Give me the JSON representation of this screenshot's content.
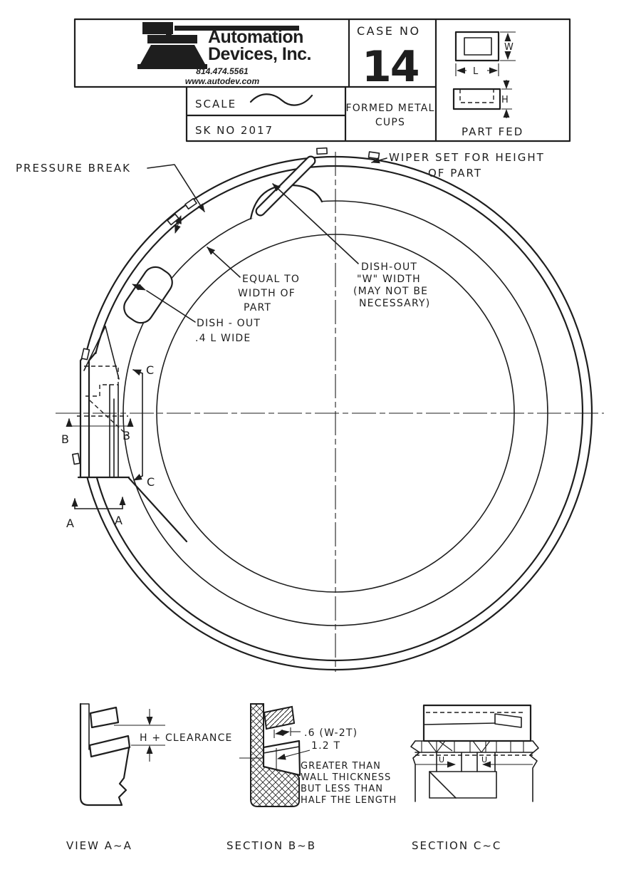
{
  "colors": {
    "ink": "#1e1e1e",
    "paper": "#ffffff"
  },
  "title_block": {
    "company_line1": "Automation",
    "company_line2": "Devices, Inc.",
    "phone": "814.474.5561",
    "website": "www.autodev.com",
    "case_label": "CASE NO",
    "case_number": "14",
    "scale_label": "SCALE",
    "sk_no": "SK NO 2017",
    "drawing_title_line1": "FORMED METAL",
    "drawing_title_line2": "CUPS",
    "part_fed_label": "PART FED",
    "dim_w": "W",
    "dim_l": "L",
    "dim_h": "H"
  },
  "plan_view": {
    "pressure_break": "PRESSURE BREAK",
    "wiper_line1": "WIPER SET FOR HEIGHT",
    "wiper_line2": "OF PART",
    "equal_line1": "EQUAL TO",
    "equal_line2": "WIDTH OF",
    "equal_line3": "PART",
    "dishout_l_line1": "DISH - OUT",
    "dishout_l_line2": ".4 L  WIDE",
    "dishout_w_line1": "DISH-OUT",
    "dishout_w_line2": "\"W\" WIDTH",
    "dishout_w_line3": "(MAY NOT BE",
    "dishout_w_line4": "NECESSARY)",
    "mark_a": "A",
    "mark_b": "B",
    "mark_c": "C"
  },
  "details": {
    "view_aa_label": "VIEW A~A",
    "h_clearance": "H + CLEARANCE",
    "section_bb_label": "SECTION B~B",
    "dim_w2t": ".6 (W-2T)",
    "dim_12t": "1.2 T",
    "note_line1": "GREATER THAN",
    "note_line2": "WALL THICKNESS",
    "note_line3": "BUT LESS THAN",
    "note_line4": "HALF THE LENGTH",
    "section_cc_label": "SECTION C~C",
    "u_mark": "U"
  }
}
